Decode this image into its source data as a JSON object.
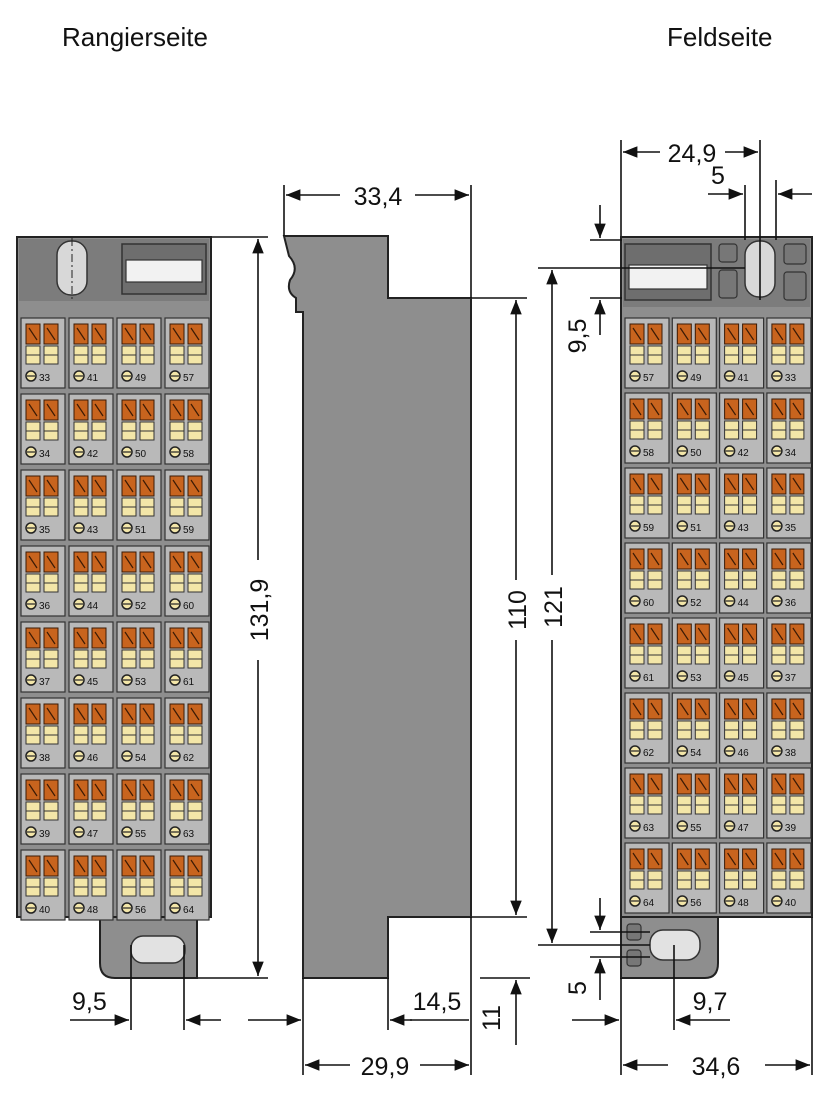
{
  "views": {
    "left_title": "Rangierseite",
    "right_title": "Feldseite"
  },
  "left_view": {
    "columns": [
      [
        "33",
        "34",
        "35",
        "36",
        "37",
        "38",
        "39",
        "40"
      ],
      [
        "41",
        "42",
        "43",
        "44",
        "45",
        "46",
        "47",
        "48"
      ],
      [
        "49",
        "50",
        "51",
        "52",
        "53",
        "54",
        "55",
        "56"
      ],
      [
        "57",
        "58",
        "59",
        "60",
        "61",
        "62",
        "63",
        "64"
      ]
    ]
  },
  "right_view": {
    "columns": [
      [
        "57",
        "58",
        "59",
        "60",
        "61",
        "62",
        "63",
        "64"
      ],
      [
        "49",
        "50",
        "51",
        "52",
        "53",
        "54",
        "55",
        "56"
      ],
      [
        "41",
        "42",
        "43",
        "44",
        "45",
        "46",
        "47",
        "48"
      ],
      [
        "33",
        "34",
        "35",
        "36",
        "37",
        "38",
        "39",
        "40"
      ]
    ]
  },
  "dimensions": {
    "left_height": "131,9",
    "left_bottom_offset": "9,5",
    "side_top_width": "33,4",
    "side_inner_height": "110",
    "side_bottom_step": "14,5",
    "side_bottom_width": "29,9",
    "side_bottom_height": "11",
    "right_top_width": "24,9",
    "right_top_small": "5",
    "right_top_offset": "9,5",
    "right_height": "121",
    "right_bottom_small": "5",
    "right_bottom_offset": "9,7",
    "right_bottom_width": "34,6"
  },
  "colors": {
    "housing": "#8e8e8e",
    "housing_dark": "#4a4a4a",
    "terminal_cell": "#b9b9b9",
    "terminal_orange": "#c8641e",
    "terminal_cream": "#f3e6a8"
  }
}
